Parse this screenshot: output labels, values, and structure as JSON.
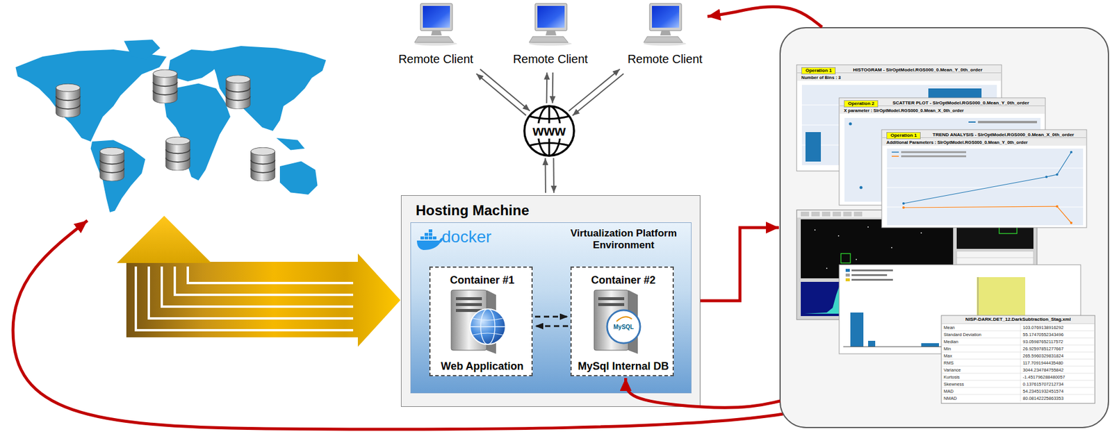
{
  "diagram": {
    "nodes": [
      {
        "text": [
          "Remote Client"
        ]
      },
      {
        "text": [
          "Remote Client"
        ]
      },
      {
        "text": [
          "Remote Client"
        ]
      },
      {
        "text": [
          "www"
        ]
      },
      {
        "text": [
          "Hosting Machine"
        ]
      },
      {
        "text": [
          "Virtualization Platform Environment"
        ],
        "in": 4
      },
      {
        "text": [
          "Container #1",
          "Web Application"
        ],
        "in": 5
      },
      {
        "text": [
          "Container #2",
          "MySql Internal DB"
        ],
        "in": 5
      },
      {
        "text": [
          "Operation 1",
          "HISTOGRAM - SIrOptModel.RGS000_0.Mean_Y_0th_order",
          "Number of Bins : 3",
          "Operation 2",
          "SCATTER PLOT - SIrOptModel.RGS000_0.Mean_Y_0th_order",
          "X parameter : SIrOptModel.RGS000_0.Mean_X_0th_order",
          "Operation 1",
          "TREND ANALYSIS - SIrOptModel.RGS000_0.Mean_X_0th_order",
          "Additional Parameters : SIrOptModel.RGS000_0.Mean_Y_0th_order"
        ]
      }
    ],
    "edges": [
      {
        "from": 0,
        "to": 3,
        "arrow": "both"
      },
      {
        "from": 1,
        "to": 3,
        "arrow": "both"
      },
      {
        "from": 2,
        "to": 3,
        "arrow": "both"
      },
      {
        "from": 3,
        "to": 4,
        "arrow": "both"
      },
      {
        "from": 6,
        "to": 7,
        "arrow": "both"
      },
      {
        "from": 4,
        "to": 8,
        "arrow": "to"
      },
      {
        "from": 8,
        "to": 2,
        "arrow": "to"
      },
      {
        "from": 8,
        "to": 7,
        "arrow": "to"
      }
    ],
    "labels": [
      "docker",
      "MySQL",
      "NISP-DARK.DET_12.DarkSubtraction_Stag.xml",
      "Mean",
      "103.0769138916292",
      "Standard Deviation",
      "55.17470552343496",
      "Median",
      "93.05987652117572",
      "Min",
      "26.92597851277667",
      "Max",
      "265.5960329831824",
      "RMS",
      "117.7091944435480",
      "Variance",
      "3044.234784755842",
      "Kurtosis",
      "-1.451796288480057",
      "Skewness",
      "0.137615707212734",
      "MAD",
      "54.23451932451574",
      "NMAD",
      "80.08142225863353"
    ]
  }
}
